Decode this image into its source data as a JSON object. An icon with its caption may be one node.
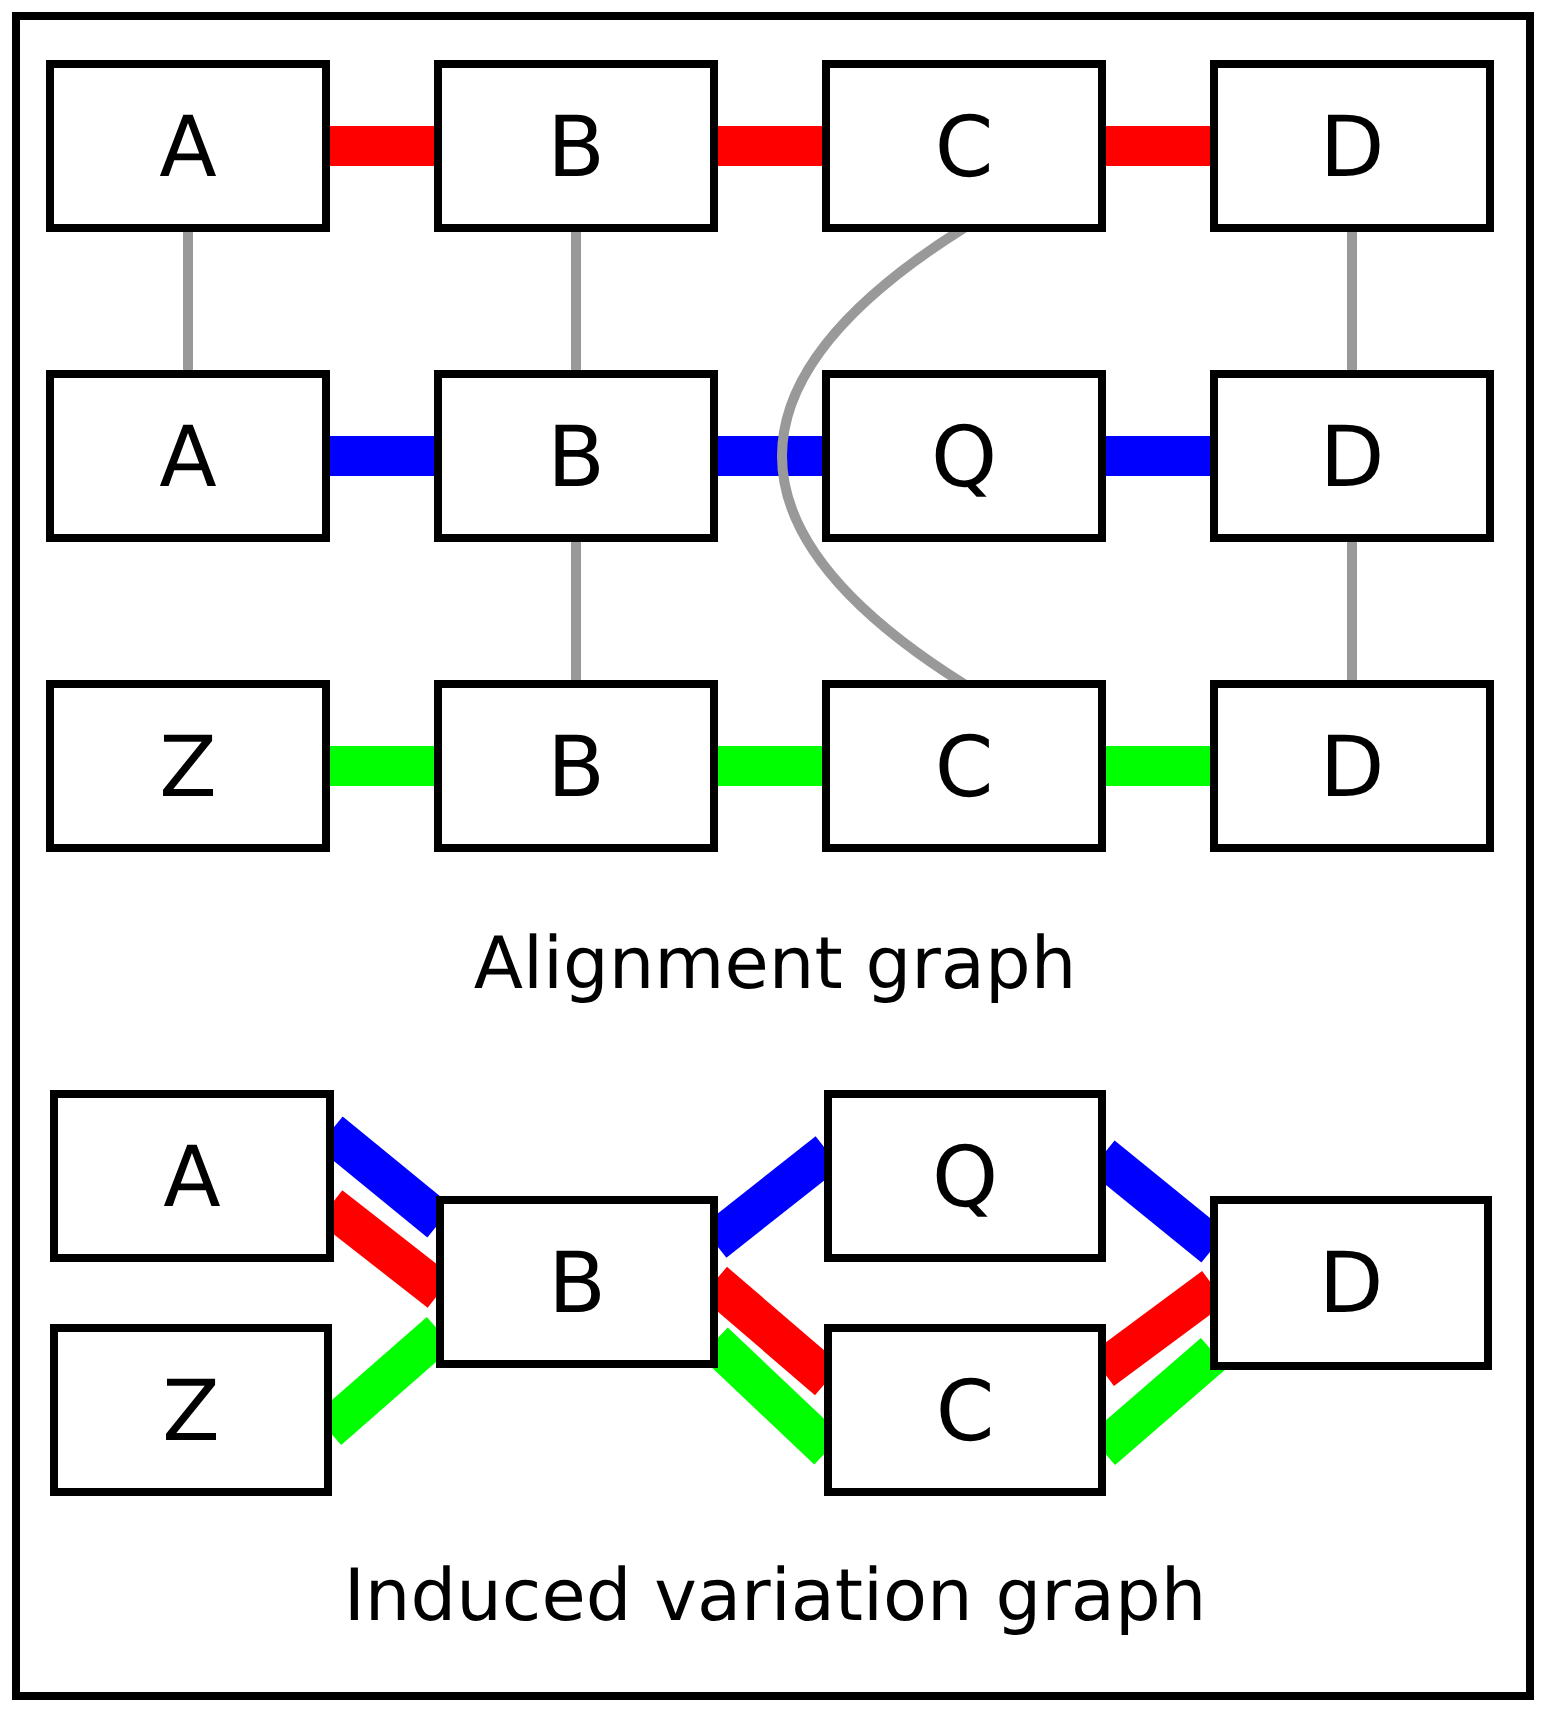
{
  "diagram": {
    "nodes": [
      {
        "text": [
          "A"
        ]
      },
      {
        "text": [
          "B"
        ]
      },
      {
        "text": [
          "C"
        ]
      },
      {
        "text": [
          "D"
        ]
      },
      {
        "text": [
          "A"
        ]
      },
      {
        "text": [
          "B"
        ]
      },
      {
        "text": [
          "Q"
        ]
      },
      {
        "text": [
          "D"
        ]
      },
      {
        "text": [
          "Z"
        ]
      },
      {
        "text": [
          "B"
        ]
      },
      {
        "text": [
          "C"
        ]
      },
      {
        "text": [
          "D"
        ]
      },
      {
        "text": [
          "A"
        ]
      },
      {
        "text": [
          "Q"
        ]
      },
      {
        "text": [
          "B"
        ]
      },
      {
        "text": [
          "D"
        ]
      },
      {
        "text": [
          "Z"
        ]
      },
      {
        "text": [
          "C"
        ]
      }
    ],
    "edges": [
      {
        "from": 0,
        "to": 1,
        "arrow": "none",
        "color": "#ff0000"
      },
      {
        "from": 1,
        "to": 2,
        "arrow": "none",
        "color": "#ff0000"
      },
      {
        "from": 2,
        "to": 3,
        "arrow": "none",
        "color": "#ff0000"
      },
      {
        "from": 4,
        "to": 5,
        "arrow": "none",
        "color": "#0000ff"
      },
      {
        "from": 5,
        "to": 6,
        "arrow": "none",
        "color": "#0000ff"
      },
      {
        "from": 6,
        "to": 7,
        "arrow": "none",
        "color": "#0000ff"
      },
      {
        "from": 8,
        "to": 9,
        "arrow": "none",
        "color": "#00ff00"
      },
      {
        "from": 9,
        "to": 10,
        "arrow": "none",
        "color": "#00ff00"
      },
      {
        "from": 10,
        "to": 11,
        "arrow": "none",
        "color": "#00ff00"
      },
      {
        "from": 0,
        "to": 4,
        "arrow": "none",
        "color": "#999999"
      },
      {
        "from": 1,
        "to": 5,
        "arrow": "none",
        "color": "#999999"
      },
      {
        "from": 5,
        "to": 9,
        "arrow": "none",
        "color": "#999999"
      },
      {
        "from": 2,
        "to": 10,
        "arrow": "none",
        "color": "#999999"
      },
      {
        "from": 3,
        "to": 7,
        "arrow": "none",
        "color": "#999999"
      },
      {
        "from": 7,
        "to": 11,
        "arrow": "none",
        "color": "#999999"
      },
      {
        "from": 12,
        "to": 14,
        "arrow": "none",
        "color": "#0000ff"
      },
      {
        "from": 14,
        "to": 13,
        "arrow": "none",
        "color": "#0000ff"
      },
      {
        "from": 13,
        "to": 15,
        "arrow": "none",
        "color": "#0000ff"
      },
      {
        "from": 12,
        "to": 14,
        "arrow": "none",
        "color": "#ff0000"
      },
      {
        "from": 14,
        "to": 17,
        "arrow": "none",
        "color": "#ff0000"
      },
      {
        "from": 17,
        "to": 15,
        "arrow": "none",
        "color": "#ff0000"
      },
      {
        "from": 16,
        "to": 14,
        "arrow": "none",
        "color": "#00ff00"
      },
      {
        "from": 14,
        "to": 17,
        "arrow": "none",
        "color": "#00ff00"
      },
      {
        "from": 17,
        "to": 15,
        "arrow": "none",
        "color": "#00ff00"
      }
    ],
    "labels": [
      "Alignment graph",
      "Induced variation graph"
    ]
  }
}
